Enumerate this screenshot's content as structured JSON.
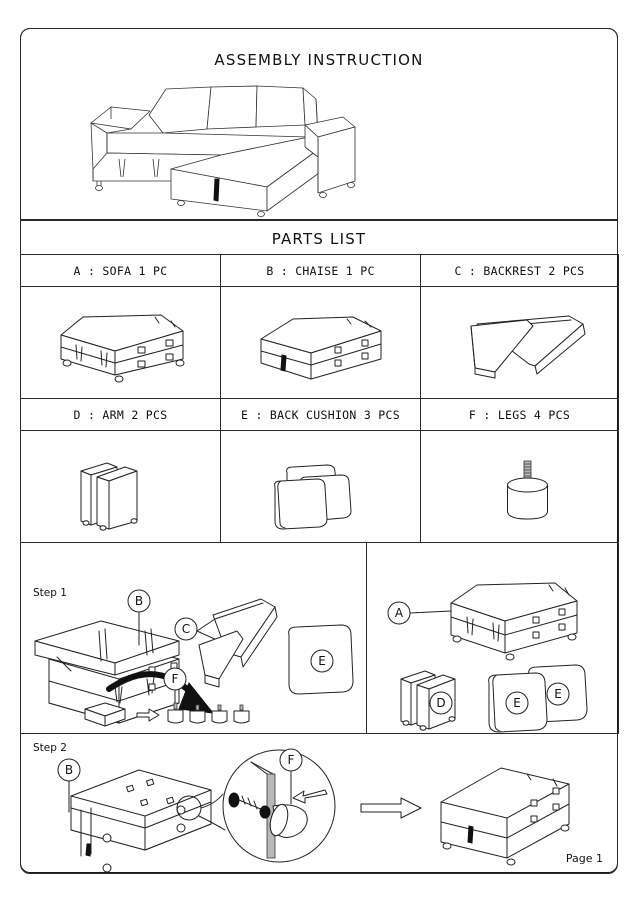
{
  "document": {
    "title": "ASSEMBLY INSTRUCTION",
    "parts_list_title": "PARTS LIST",
    "page_number": "Page 1"
  },
  "parts_list": {
    "rows": [
      {
        "cells": [
          {
            "label": "A : SOFA 1 PC",
            "code": "A",
            "name": "SOFA",
            "qty": "1 PC",
            "icon": "sofa-base-part-icon"
          },
          {
            "label": "B : CHAISE 1 PC",
            "code": "B",
            "name": "CHAISE",
            "qty": "1 PC",
            "icon": "chaise-part-icon"
          },
          {
            "label": "C : BACKREST 2 PCS",
            "code": "C",
            "name": "BACKREST",
            "qty": "2 PCS",
            "icon": "backrest-part-icon"
          }
        ]
      },
      {
        "cells": [
          {
            "label": "D : ARM 2 PCS",
            "code": "D",
            "name": "ARM",
            "qty": "2 PCS",
            "icon": "arm-part-icon"
          },
          {
            "label": "E : BACK CUSHION 3 PCS",
            "code": "E",
            "name": "BACK CUSHION",
            "qty": "3 PCS",
            "icon": "cushion-part-icon"
          },
          {
            "label": "F : LEGS 4 PCS",
            "code": "F",
            "name": "LEGS",
            "qty": "4 PCS",
            "icon": "leg-part-icon"
          }
        ]
      }
    ]
  },
  "steps": [
    {
      "label": "Step 1",
      "callouts": [
        "B",
        "C",
        "E",
        "F"
      ],
      "hardware_callout": "F"
    },
    {
      "label": "Step 2",
      "callouts": [
        "B",
        "F"
      ]
    }
  ],
  "step1_right_panel": {
    "callouts": [
      "A",
      "D",
      "E",
      "E"
    ]
  },
  "colors": {
    "line": "#222222",
    "border": "#1a1a1a",
    "paper": "#ffffff",
    "accent_dark": "#111111",
    "gray": "#b9b9b9"
  }
}
